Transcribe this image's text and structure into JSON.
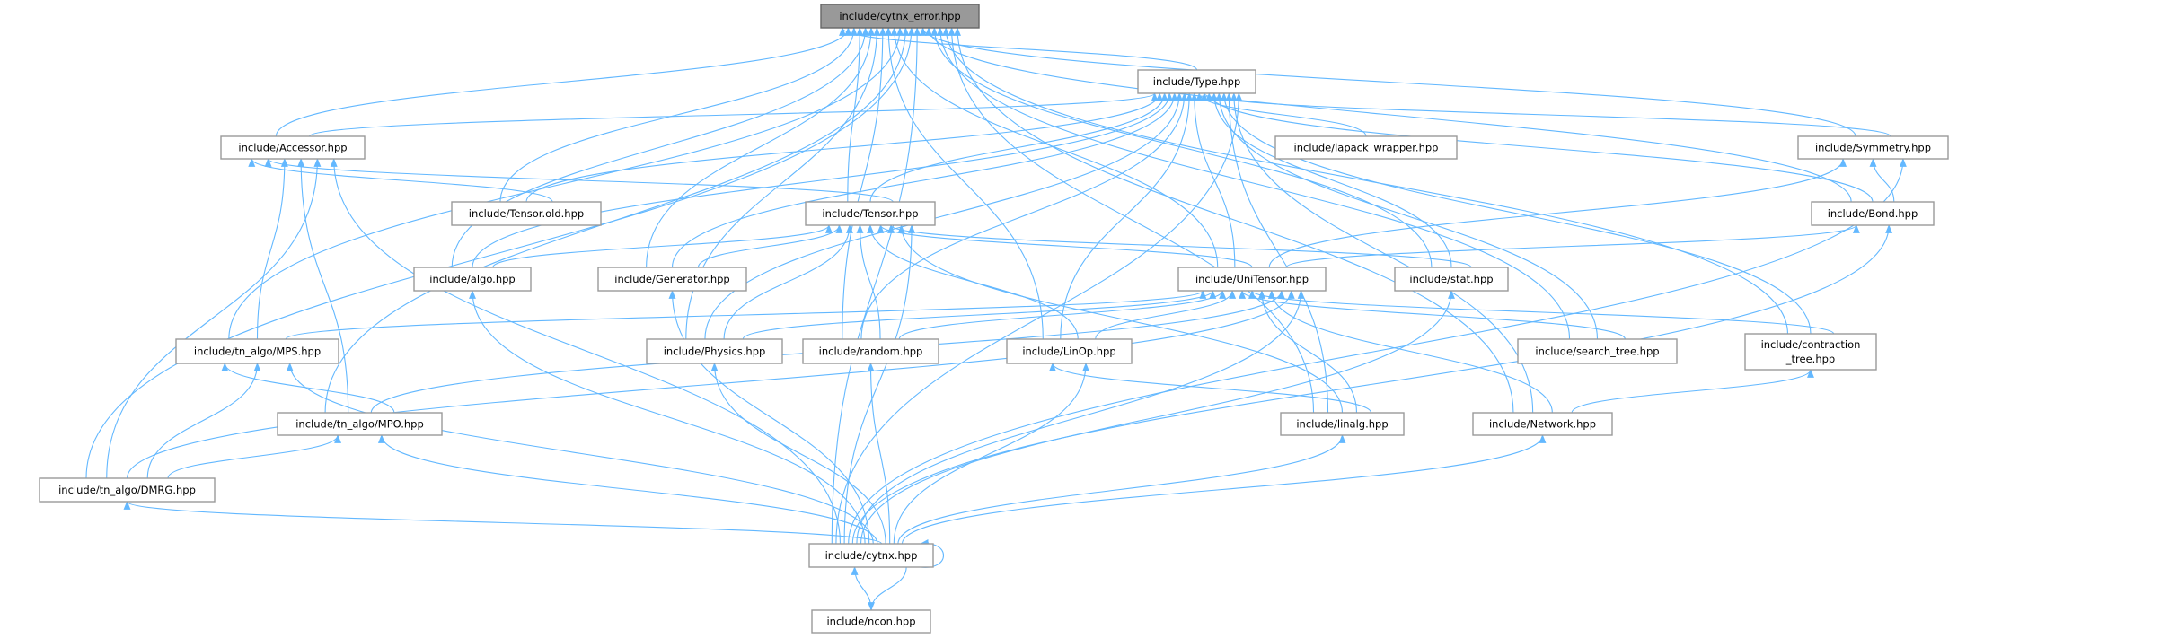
{
  "graph": {
    "title": "include/cytnx_error.hpp",
    "colors": {
      "edge": "#63b8ff",
      "root_fill": "#999999",
      "node_border": "#999999"
    },
    "nodes": {
      "cytnx_error": "include/cytnx_error.hpp",
      "type": "include/Type.hpp",
      "accessor": "include/Accessor.hpp",
      "lapack": "include/lapack_wrapper.hpp",
      "symmetry": "include/Symmetry.hpp",
      "tensor_old": "include/Tensor.old.hpp",
      "tensor": "include/Tensor.hpp",
      "bond": "include/Bond.hpp",
      "algo": "include/algo.hpp",
      "generator": "include/Generator.hpp",
      "unitensor": "include/UniTensor.hpp",
      "stat": "include/stat.hpp",
      "mps": "include/tn_algo/MPS.hpp",
      "physics": "include/Physics.hpp",
      "random": "include/random.hpp",
      "linop": "include/LinOp.hpp",
      "search_tree": "include/search_tree.hpp",
      "contraction_tree_1": "include/contraction",
      "contraction_tree_2": "_tree.hpp",
      "mpo": "include/tn_algo/MPO.hpp",
      "linalg": "include/linalg.hpp",
      "network": "include/Network.hpp",
      "dmrg": "include/tn_algo/DMRG.hpp",
      "cytnx": "include/cytnx.hpp",
      "ncon": "include/ncon.hpp"
    },
    "edges": [
      [
        "type",
        "cytnx_error"
      ],
      [
        "accessor",
        "cytnx_error"
      ],
      [
        "tensor_old",
        "cytnx_error"
      ],
      [
        "tensor",
        "cytnx_error"
      ],
      [
        "algo",
        "cytnx_error"
      ],
      [
        "generator",
        "cytnx_error"
      ],
      [
        "physics",
        "cytnx_error"
      ],
      [
        "random",
        "cytnx_error"
      ],
      [
        "linop",
        "cytnx_error"
      ],
      [
        "unitensor",
        "cytnx_error"
      ],
      [
        "mps",
        "cytnx_error"
      ],
      [
        "mpo",
        "cytnx_error"
      ],
      [
        "dmrg",
        "cytnx_error"
      ],
      [
        "cytnx",
        "cytnx_error"
      ],
      [
        "symmetry",
        "cytnx_error"
      ],
      [
        "bond",
        "cytnx_error"
      ],
      [
        "stat",
        "cytnx_error"
      ],
      [
        "search_tree",
        "cytnx_error"
      ],
      [
        "contraction_tree",
        "cytnx_error"
      ],
      [
        "linalg",
        "cytnx_error"
      ],
      [
        "network",
        "cytnx_error"
      ],
      [
        "accessor",
        "type"
      ],
      [
        "tensor_old",
        "type"
      ],
      [
        "tensor",
        "type"
      ],
      [
        "algo",
        "type"
      ],
      [
        "generator",
        "type"
      ],
      [
        "physics",
        "type"
      ],
      [
        "random",
        "type"
      ],
      [
        "linop",
        "type"
      ],
      [
        "unitensor",
        "type"
      ],
      [
        "lapack",
        "type"
      ],
      [
        "symmetry",
        "type"
      ],
      [
        "bond",
        "type"
      ],
      [
        "stat",
        "type"
      ],
      [
        "search_tree",
        "type"
      ],
      [
        "contraction_tree",
        "type"
      ],
      [
        "linalg",
        "type"
      ],
      [
        "network",
        "type"
      ],
      [
        "cytnx",
        "type"
      ],
      [
        "tensor_old",
        "accessor"
      ],
      [
        "tensor",
        "accessor"
      ],
      [
        "mps",
        "accessor"
      ],
      [
        "mpo",
        "accessor"
      ],
      [
        "dmrg",
        "accessor"
      ],
      [
        "cytnx",
        "accessor"
      ],
      [
        "algo",
        "tensor"
      ],
      [
        "generator",
        "tensor"
      ],
      [
        "physics",
        "tensor"
      ],
      [
        "random",
        "tensor"
      ],
      [
        "linop",
        "tensor"
      ],
      [
        "unitensor",
        "tensor"
      ],
      [
        "stat",
        "tensor"
      ],
      [
        "linalg",
        "tensor"
      ],
      [
        "cytnx",
        "tensor"
      ],
      [
        "unitensor",
        "symmetry"
      ],
      [
        "bond",
        "symmetry"
      ],
      [
        "cytnx",
        "symmetry"
      ],
      [
        "unitensor",
        "bond"
      ],
      [
        "cytnx",
        "bond"
      ],
      [
        "mps",
        "unitensor"
      ],
      [
        "physics",
        "unitensor"
      ],
      [
        "random",
        "unitensor"
      ],
      [
        "linop",
        "unitensor"
      ],
      [
        "search_tree",
        "unitensor"
      ],
      [
        "contraction_tree",
        "unitensor"
      ],
      [
        "linalg",
        "unitensor"
      ],
      [
        "network",
        "unitensor"
      ],
      [
        "mpo",
        "unitensor"
      ],
      [
        "dmrg",
        "unitensor"
      ],
      [
        "cytnx",
        "unitensor"
      ],
      [
        "cytnx",
        "stat"
      ],
      [
        "cytnx",
        "algo"
      ],
      [
        "cytnx",
        "generator"
      ],
      [
        "mpo",
        "mps"
      ],
      [
        "dmrg",
        "mps"
      ],
      [
        "cytnx",
        "mps"
      ],
      [
        "dmrg",
        "mpo"
      ],
      [
        "cytnx",
        "mpo"
      ],
      [
        "cytnx",
        "dmrg"
      ],
      [
        "cytnx",
        "physics"
      ],
      [
        "cytnx",
        "random"
      ],
      [
        "linalg",
        "linop"
      ],
      [
        "cytnx",
        "linop"
      ],
      [
        "cytnx",
        "linalg"
      ],
      [
        "network",
        "contraction_tree"
      ],
      [
        "cytnx",
        "network"
      ],
      [
        "ncon",
        "cytnx"
      ],
      [
        "cytnx",
        "ncon"
      ],
      [
        "cytnx",
        "cytnx"
      ]
    ]
  }
}
